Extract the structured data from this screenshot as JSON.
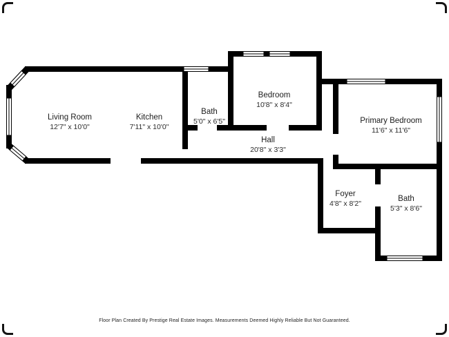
{
  "plan": {
    "background": "#ffffff",
    "wall_color": "#000000",
    "rooms": [
      {
        "id": "living-room",
        "name": "Living Room",
        "dims": "12'7\" x 10'0\""
      },
      {
        "id": "kitchen",
        "name": "Kitchen",
        "dims": "7'11\" x 10'0\""
      },
      {
        "id": "bath",
        "name": "Bath",
        "dims": "5'0\" x 6'5\""
      },
      {
        "id": "bedroom",
        "name": "Bedroom",
        "dims": "10'8\" x 8'4\""
      },
      {
        "id": "hall",
        "name": "Hall",
        "dims": "20'8\" x 3'3\""
      },
      {
        "id": "primary-bedroom",
        "name": "Primary Bedroom",
        "dims": "11'6\" x 11'6\""
      },
      {
        "id": "foyer",
        "name": "Foyer",
        "dims": "4'8\" x 8'2\""
      },
      {
        "id": "bath-2",
        "name": "Bath",
        "dims": "5'3\" x 8'6\""
      }
    ]
  },
  "footer": {
    "text": "Floor Plan Created By Prestige Real Estate Images. Measurements Deemed Highly Reliable But Not Guaranteed."
  }
}
